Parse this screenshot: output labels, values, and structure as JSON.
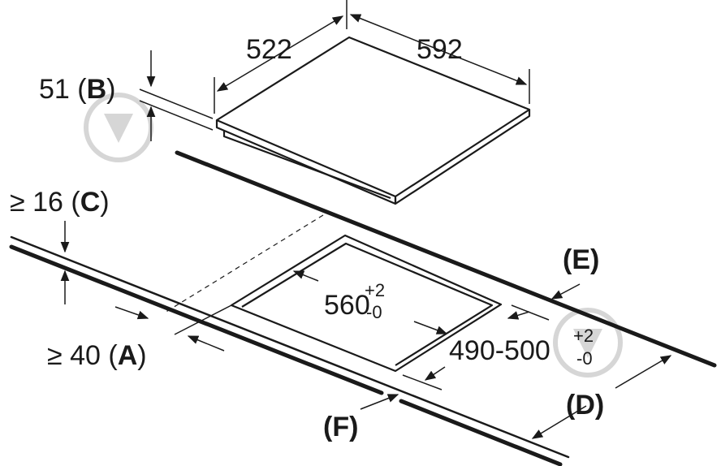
{
  "dimensions": {
    "hob_depth": "522",
    "hob_width": "592",
    "hob_height": "51",
    "label_b": "B",
    "min_c": "≥ 16",
    "label_c": "C",
    "min_a": "≥ 40",
    "label_a": "A",
    "cutout_width": "560",
    "cutout_width_tol_plus": "+2",
    "cutout_width_tol_minus": "-0",
    "cutout_depth": "490-500",
    "cutout_depth_tol_plus": "+2",
    "cutout_depth_tol_minus": "-0",
    "label_e": "(E)",
    "label_d": "(D)",
    "label_f": "(F)"
  },
  "colors": {
    "line": "#1a1a1a",
    "watermark": "#d4d4d4"
  }
}
